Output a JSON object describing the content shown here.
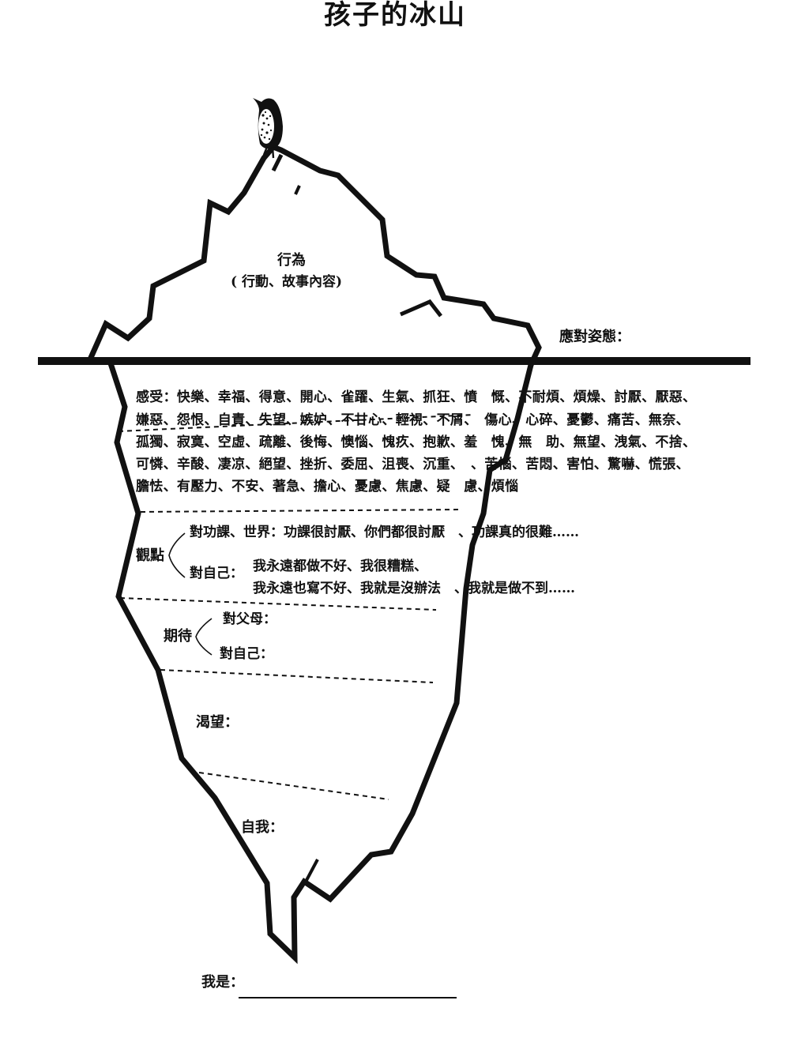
{
  "title": "孩子的冰山",
  "behavior": {
    "label": "行為",
    "sub": "( 行動、故事內容)"
  },
  "coping": "應對姿態：",
  "feelings": {
    "lines": [
      "感受：快樂、幸福、得意、開心、雀躍、生氣、抓狂、憤　慨、不耐煩、煩燥、討厭、厭惡、",
      "嫌惡、怨恨、自責、失望、嫉妒、不甘心、輕視、不屑、　傷心、心碎、憂鬱、痛苦、無奈、",
      "孤獨、寂寞、空虛、疏離、後悔、懊惱、愧疚、抱歉、羞　愧、無　助、無望、洩氣、不捨、",
      "可憐、辛酸、凄凉、絕望、挫折、委屈、沮喪、沉重、　、苦惱、苦悶、害怕、驚嚇、慌張、",
      "膽怯、有壓力、不安、著急、擔心、憂慮、焦慮、疑　慮、煩惱"
    ]
  },
  "perception": {
    "label": "觀點",
    "world": "對功課、世界：功課很討厭、你們都很討厭　、功課真的很難……",
    "self_label": "對自己：",
    "self_line1": "我永遠都做不好、我很糟糕、",
    "self_line2": "我永遠也寫不好、我就是沒辦法　、我就是做不到……"
  },
  "expectation": {
    "label": "期待",
    "parents": "對父母：",
    "self": "對自己："
  },
  "yearning": "渴望：",
  "self": "自我：",
  "i_am": "我是："
}
